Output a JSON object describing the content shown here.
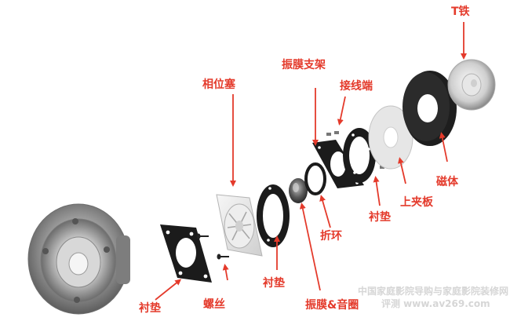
{
  "labels": {
    "t_iron": "T铁",
    "diaphragm_bracket": "振膜支架",
    "phase_plug": "相位塞",
    "terminal": "接线端",
    "magnet": "磁体",
    "top_plate": "上夹板",
    "gasket_right": "衬垫",
    "surround": "折环",
    "gasket_middle": "衬垫",
    "diaphragm_coil": "振膜&音圈",
    "screws": "螺丝",
    "gasket_left": "衬垫"
  },
  "watermark": {
    "line1": "中国家庭影院导购与家庭影院装修网",
    "line2": "评测 www.av269.com"
  },
  "colors": {
    "label": "#e43a2b",
    "arrow": "#e43a2b",
    "gasket": "#1b1b1b",
    "magnet": "#1e1e1e",
    "plate": "#e6e6e6"
  }
}
